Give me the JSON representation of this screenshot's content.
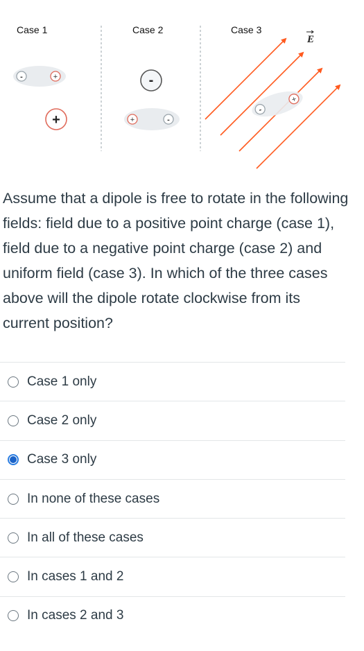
{
  "figure": {
    "case_labels": [
      "Case 1",
      "Case 2",
      "Case 3"
    ],
    "field_symbol": "E",
    "plus_sign": "+",
    "minus_sign": "-",
    "colors": {
      "field_lines": "#ff5a1f",
      "dipole_fill": "#e9ecef",
      "positive": "#e06a5a",
      "separator": "#9aa4ab"
    }
  },
  "question": {
    "text": "Assume that a dipole is free to rotate in the following fields: field due to a positive point charge (case 1), field due to a negative point charge (case 2) and uniform field (case 3). In which of the three cases above will the dipole rotate clockwise from its current position?"
  },
  "options": [
    {
      "label": "Case 1 only",
      "selected": false
    },
    {
      "label": "Case 2 only",
      "selected": false
    },
    {
      "label": "Case 3 only",
      "selected": true
    },
    {
      "label": "In none of these cases",
      "selected": false
    },
    {
      "label": "In all of these cases",
      "selected": false
    },
    {
      "label": "In cases 1 and 2",
      "selected": false
    },
    {
      "label": "In cases 2 and 3",
      "selected": false
    }
  ]
}
